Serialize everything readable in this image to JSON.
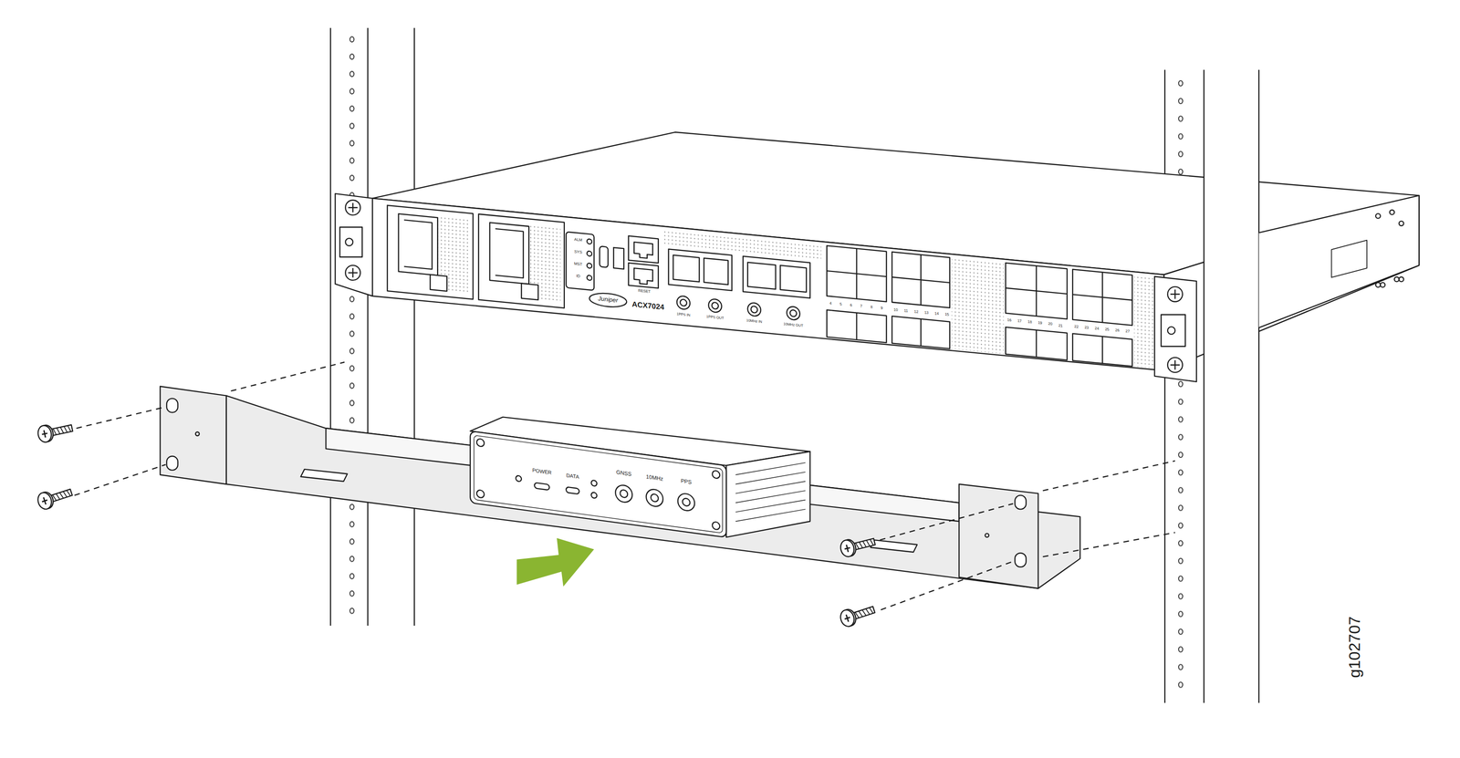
{
  "diagram": {
    "labels": [
      "ALM",
      "SYS",
      "MST",
      "ID",
      "Juniper",
      "ACX7024",
      "RESET",
      "1PPS IN",
      "1PPS OUT",
      "10MHz IN",
      "10MHz OUT",
      "4",
      "5",
      "6",
      "7",
      "8",
      "9",
      "10",
      "11",
      "12",
      "13",
      "14",
      "15",
      "16",
      "17",
      "18",
      "19",
      "20",
      "21",
      "22",
      "23",
      "24",
      "25",
      "26",
      "27",
      "POWER",
      "DATA",
      "GNSS",
      "10MHz",
      "PPS",
      "g102707"
    ]
  }
}
